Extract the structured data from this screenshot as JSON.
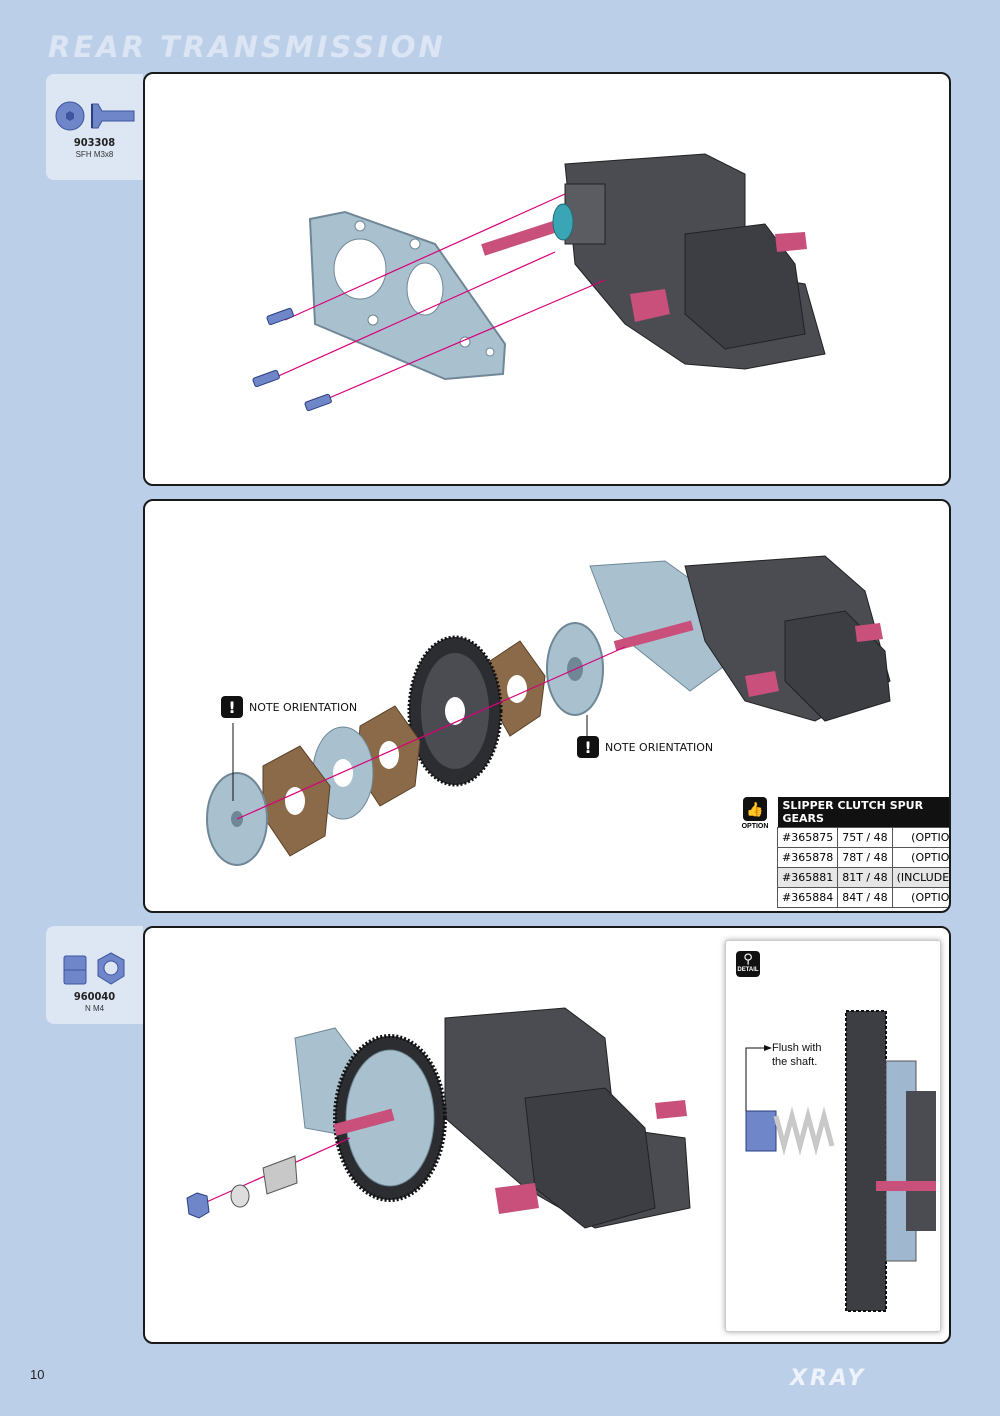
{
  "page": {
    "title": "REAR TRANSMISSION",
    "page_number": "10",
    "brand": "XRAY"
  },
  "step1": {
    "part_code": "903308",
    "part_desc": "SFH M3x8"
  },
  "step2": {
    "note_left": "NOTE ORIENTATION",
    "note_right": "NOTE ORIENTATION",
    "option_label": "OPTION",
    "table_title": "SLIPPER CLUTCH SPUR GEARS",
    "rows": [
      {
        "part": "#365875",
        "teeth": "75T / 48",
        "status": "(OPTION)"
      },
      {
        "part": "#365878",
        "teeth": "78T / 48",
        "status": "(OPTION)"
      },
      {
        "part": "#365881",
        "teeth": "81T / 48",
        "status": "(INCLUDED)"
      },
      {
        "part": "#365884",
        "teeth": "84T / 48",
        "status": "(OPTION)"
      }
    ]
  },
  "step3": {
    "part_code": "960040",
    "part_desc": "N M4",
    "detail_label": "DETAIL",
    "detail_line1": "Flush with",
    "detail_line2": "the shaft."
  },
  "colors": {
    "background": "#bccfe9",
    "gearbox": "#4a4c52",
    "shaft": "#c8507a",
    "plate": "#a9c1cf",
    "pad": "#8a6a48",
    "arrow": "#d9007a"
  }
}
